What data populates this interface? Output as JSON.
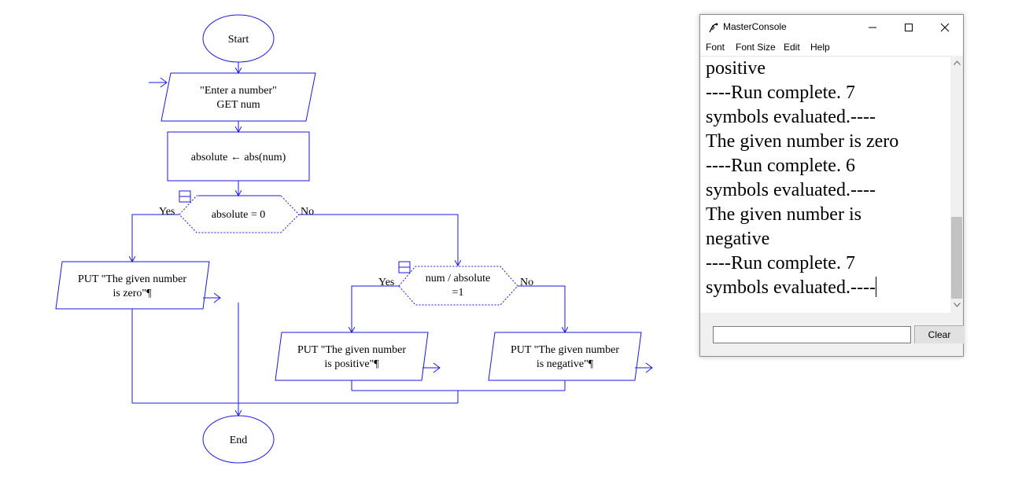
{
  "flowchart": {
    "start_label": "Start",
    "input_line1": "\"Enter a number\"",
    "input_line2": "GET num",
    "assign_label": "absolute ← abs(num)",
    "decision1_label": "absolute = 0",
    "decision1_yes": "Yes",
    "decision1_no": "No",
    "output_zero_line1": "PUT \"The given number",
    "output_zero_line2": "is zero\"¶",
    "decision2_line1": "num / absolute",
    "decision2_line2": "=1",
    "decision2_yes": "Yes",
    "decision2_no": "No",
    "output_positive_line1": "PUT  \"The given number",
    "output_positive_line2": "is  positive\"¶",
    "output_negative_line1": "PUT \"The given number",
    "output_negative_line2": "is negative\"¶",
    "end_label": "End",
    "colors": {
      "stroke": "#1a1adb",
      "text": "#000000",
      "background": "#ffffff"
    }
  },
  "console_window": {
    "title": "MasterConsole",
    "icon": "raptor-icon",
    "menu": [
      "Font",
      "Font Size",
      "Edit",
      "Help"
    ],
    "window_buttons": [
      "minimize-icon",
      "maximize-icon",
      "close-icon"
    ],
    "output_lines": [
      "positive",
      "----Run complete.  7",
      "symbols evaluated.----",
      "The given number is zero",
      "----Run complete.  6",
      "symbols evaluated.----",
      "The given number is",
      "negative",
      "----Run complete.  7",
      "symbols evaluated.----"
    ],
    "input_value": "",
    "clear_label": "Clear"
  }
}
